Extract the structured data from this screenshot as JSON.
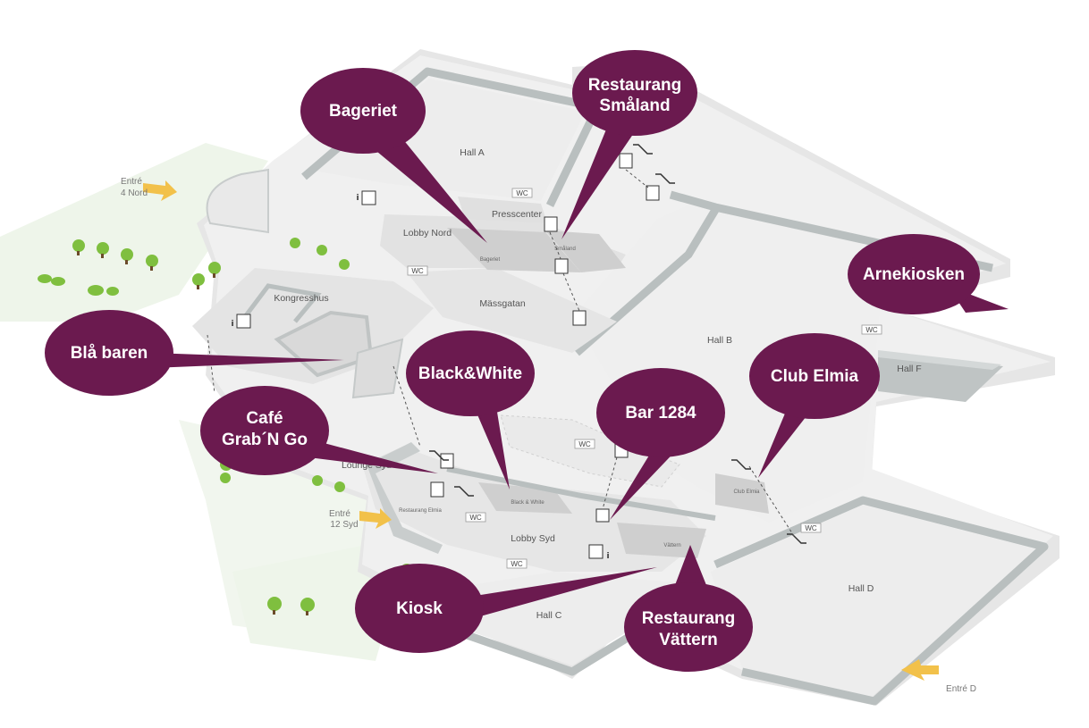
{
  "colors": {
    "bubble": "#6b1a4f",
    "floor": "#ececec",
    "floor_dark": "#d9d9d9",
    "wall": "#b9bfbf",
    "wall_light": "#d6dada",
    "grass": "#e8f2e4",
    "tree": "#7fbf3f",
    "arrow": "#f2c14a"
  },
  "callouts": {
    "bageriet": "Bageriet",
    "smaland_l1": "Restaurang",
    "smaland_l2": "Småland",
    "arnekiosken": "Arnekiosken",
    "bla_baren": "Blå baren",
    "black_white": "Black&White",
    "bar1284": "Bar 1284",
    "club_elmia": "Club Elmia",
    "cafe_l1": "Café",
    "cafe_l2": "Grab´N Go",
    "kiosk": "Kiosk",
    "vattern_l1": "Restaurang",
    "vattern_l2": "Vättern"
  },
  "rooms": {
    "hall_a": "Hall A",
    "hall_b": "Hall B",
    "hall_c": "Hall C",
    "hall_d": "Hall D",
    "hall_f": "Hall F",
    "lobby_nord": "Lobby Nord",
    "lobby_syd": "Lobby Syd",
    "lounge_syd": "Lounge Syd",
    "massgatan": "Mässgatan",
    "kongresshus": "Kongresshus",
    "presscenter": "Presscenter"
  },
  "small_labels": {
    "bageriet": "Bageriet",
    "smaland": "Småland",
    "black_white": "Black & White",
    "club_elmia": "Club Elmia",
    "restaurang_elmia": "Restaurang Elmia",
    "vattern": "Vättern"
  },
  "entries": {
    "nord_l1": "Entré",
    "nord_l2": "4 Nord",
    "syd_l1": "Entré",
    "syd_l2": "12 Syd",
    "d": "Entré D"
  },
  "icons": {
    "wc": "WC",
    "info": "i"
  }
}
